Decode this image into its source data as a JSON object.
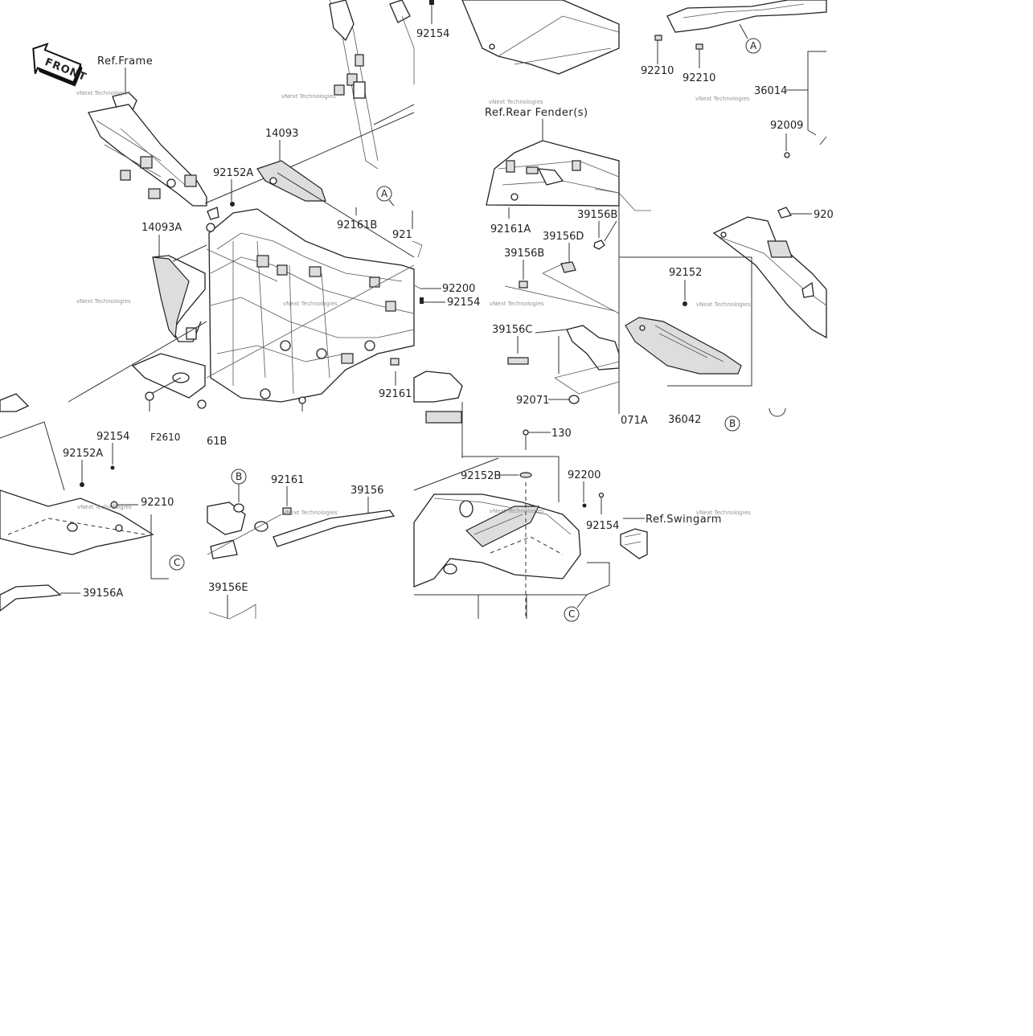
{
  "front_badge": "FRONT",
  "refs": {
    "frame": "Ref.Frame",
    "rear_fender": "Ref.Rear Fender(s)",
    "swingarm": "Ref.Swingarm"
  },
  "watermark": "vNext Technologies",
  "callouts": {
    "a1": "A",
    "a2": "A",
    "b1": "B",
    "b2": "B",
    "c1": "C",
    "c2": "C"
  },
  "parts": {
    "p92154_top": "92154",
    "p92210_a": "92210",
    "p92210_b": "92210",
    "p36014": "36014",
    "p92009": "92009",
    "p14093": "14093",
    "p92152A_top": "92152A",
    "p92161B": "92161B",
    "p921_trunc": "921",
    "p14093A": "14093A",
    "p92200_mid": "92200",
    "p92154_mid": "92154",
    "p92161_mid": "92161",
    "p92161A": "92161A",
    "p39156B_a": "39156B",
    "p39156D": "39156D",
    "p39156B_b": "39156B",
    "p39156C": "39156C",
    "p92071": "92071",
    "p92152": "92152",
    "p920_trunc": "920",
    "p071A": "071A",
    "p36042": "36042",
    "p92154_low": "92154",
    "p92152A_low": "92152A",
    "pF2610": "F2610",
    "p92210_low": "92210",
    "p39156A": "39156A",
    "p61B": "61B",
    "p92161_low": "92161",
    "p39156": "39156",
    "p39156E": "39156E",
    "p130": "130",
    "p92152B": "92152B",
    "p92200_low": "92200",
    "p92154_right": "92154"
  }
}
